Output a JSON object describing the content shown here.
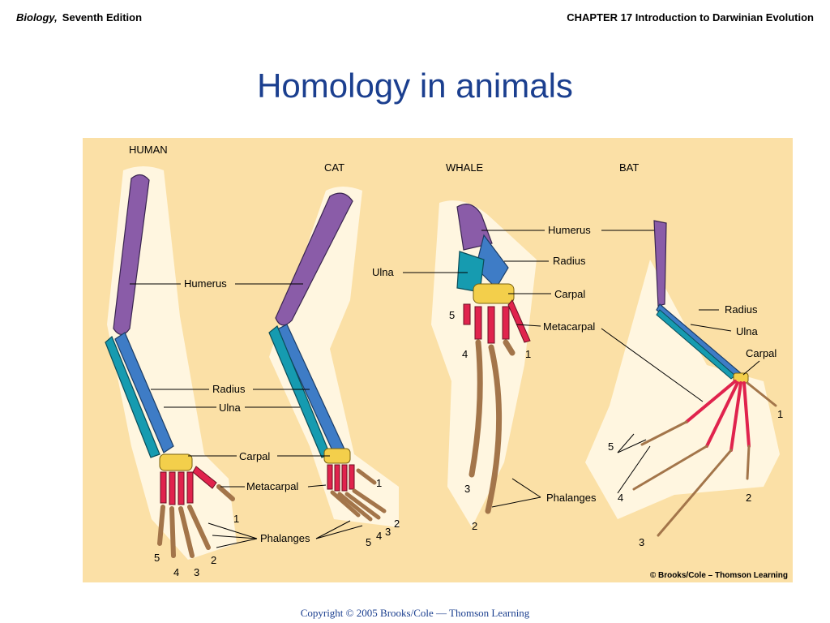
{
  "header": {
    "book_title": "Biology,",
    "edition": "Seventh Edition",
    "chapter": "CHAPTER 17 Introduction to Darwinian Evolution"
  },
  "slide": {
    "title": "Homology in animals"
  },
  "figure": {
    "animals": [
      "HUMAN",
      "CAT",
      "WHALE",
      "BAT"
    ],
    "labels": {
      "humerus": "Humerus",
      "radius": "Radius",
      "ulna": "Ulna",
      "carpal": "Carpal",
      "metacarpal": "Metacarpal",
      "phalanges": "Phalanges"
    },
    "credit": "© Brooks/Cole – Thomson Learning",
    "colors": {
      "background": "#fbe0a6",
      "humerus": "#8a5ca8",
      "radius": "#3e7cc6",
      "ulna": "#169bb0",
      "carpal": "#f3cf4b",
      "metacarpal": "#e0234d",
      "phalanges": "#a3754a"
    }
  },
  "footer": {
    "copyright": "Copyright © 2005 Brooks/Cole — Thomson Learning"
  }
}
